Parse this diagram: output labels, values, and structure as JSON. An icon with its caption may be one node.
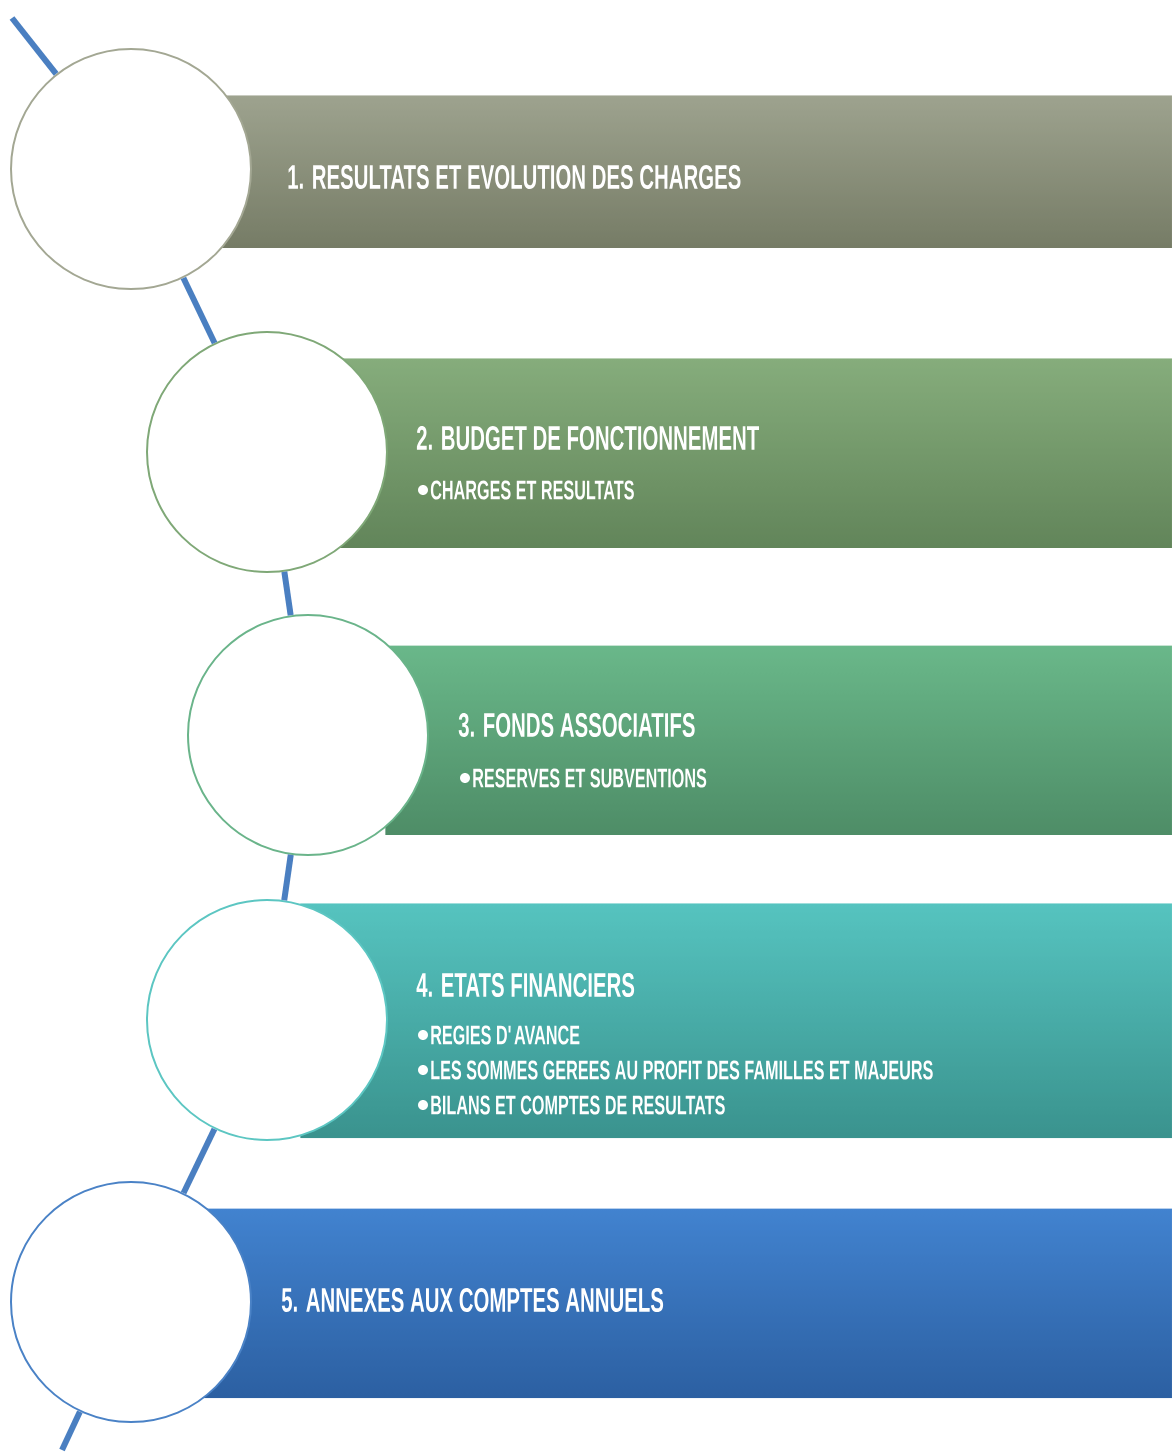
{
  "diagram": {
    "nodes": [
      {
        "text": [],
        "shape": "circle"
      },
      {
        "text": [
          "1. RESULTATS ET EVOLUTION DES CHARGES"
        ]
      },
      {
        "text": [],
        "shape": "circle"
      },
      {
        "text": [
          "2. BUDGET DE FONCTIONNEMENT",
          "CHARGES ET RESULTATS"
        ]
      },
      {
        "text": [],
        "shape": "circle"
      },
      {
        "text": [
          "3. FONDS ASSOCIATIFS",
          "RESERVES ET SUBVENTIONS"
        ]
      },
      {
        "text": [],
        "shape": "circle"
      },
      {
        "text": [
          "4. ETATS FINANCIERS",
          "REGIES D'AVANCE",
          "LES SOMMES GEREES AU PROFIT DES FAMILLES ET MAJEURS",
          "BILANS ET COMPTES DE RESULTATS"
        ]
      },
      {
        "text": [],
        "shape": "circle"
      },
      {
        "text": [
          "5. ANNEXES AUX COMPTES ANNUELS"
        ]
      }
    ],
    "edges": [
      {
        "from": null,
        "to": 0,
        "arrow": "none"
      },
      {
        "from": 0,
        "to": 2,
        "arrow": "none"
      },
      {
        "from": 2,
        "to": 4,
        "arrow": "none"
      },
      {
        "from": 4,
        "to": 6,
        "arrow": "none"
      },
      {
        "from": 6,
        "to": 8,
        "arrow": "none"
      },
      {
        "from": 8,
        "to": null,
        "arrow": "none"
      }
    ]
  }
}
